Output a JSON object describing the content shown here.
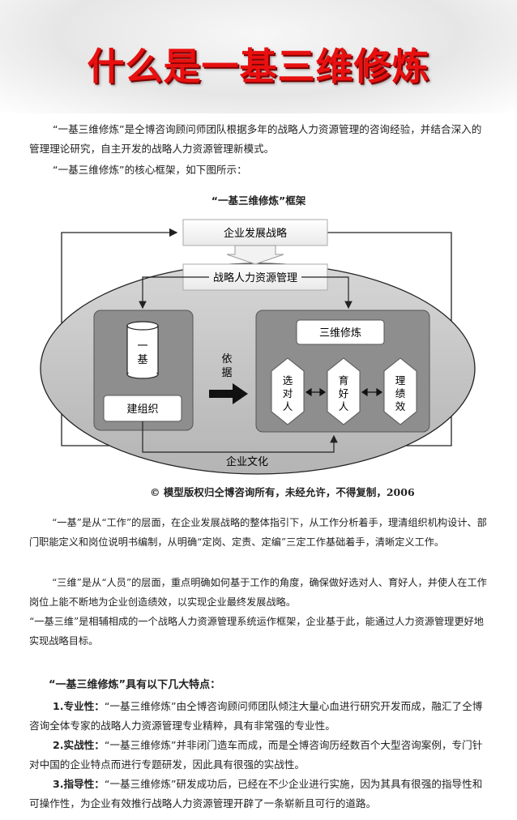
{
  "title": "什么是一基三维修炼",
  "intro": {
    "para1": "“一基三维修炼”是仝博咨询顾问师团队根据多年的战略人力资源管理的咨询经验，并结合深入的管理理论研究，自主开发的战略人力资源管理新模式。",
    "para2": "“一基三维修炼”的核心框架，如下图所示："
  },
  "figure": {
    "title": "“一基三维修炼”框架",
    "box_strategy": "企业发展战略",
    "box_hr": "战略人力资源管理",
    "yiji_line1": "一",
    "yiji_line2": "基",
    "build_org": "建组织",
    "basis_line1": "依",
    "basis_line2": "据",
    "sanwei": "三维修炼",
    "hex1": [
      "选",
      "对",
      "人"
    ],
    "hex2": [
      "育",
      "好",
      "人"
    ],
    "hex3": [
      "理",
      "绩",
      "效"
    ],
    "culture": "企业文化",
    "copyright": "© 模型版权归仝博咨询所有，未经允许，不得复制，2006"
  },
  "explain": {
    "para1": "“一基”是从“工作”的层面，在企业发展战略的整体指引下，从工作分析着手，理清组织机构设计、部门职能定义和岗位说明书编制，从明确“定岗、定责、定编”三定工作基础着手，清晰定义工作。",
    "para2": "“三维”是从“人员”的层面，重点明确如何基于工作的角度，确保做好选对人、育好人，并使人在工作岗位上能不断地为企业创造绩效，以实现企业最终发展战略。",
    "para3": "“一基三维”是相辅相成的一个战略人力资源管理系统运作框架，企业基于此，能通过人力资源管理更好地实现战略目标。"
  },
  "features": {
    "heading": "“一基三维修炼”具有以下几大特点：",
    "items": [
      {
        "label": "1.专业性：",
        "text": "“一基三维修炼”由仝博咨询顾问师团队倾注大量心血进行研究开发而成，融汇了仝博咨询全体专家的战略人力资源管理专业精粹，具有非常强的专业性。"
      },
      {
        "label": "2.实战性：",
        "text": "“一基三维修炼”并非闭门造车而成，而是仝博咨询历经数百个大型咨询案例，专门针对中国的企业特点而进行专题研发，因此具有很强的实战性。"
      },
      {
        "label": "3.指导性：",
        "text": "“一基三维修炼”研发成功后，已经在不少企业进行实施，因为其具有很强的指导性和可操作性，为企业有效推行战略人力资源管理开辟了一条崭新且可行的道路。"
      }
    ]
  },
  "colors": {
    "title_red": "#e81010",
    "ellipse": "#bdbdbd",
    "panel": "#8e8e8e"
  }
}
